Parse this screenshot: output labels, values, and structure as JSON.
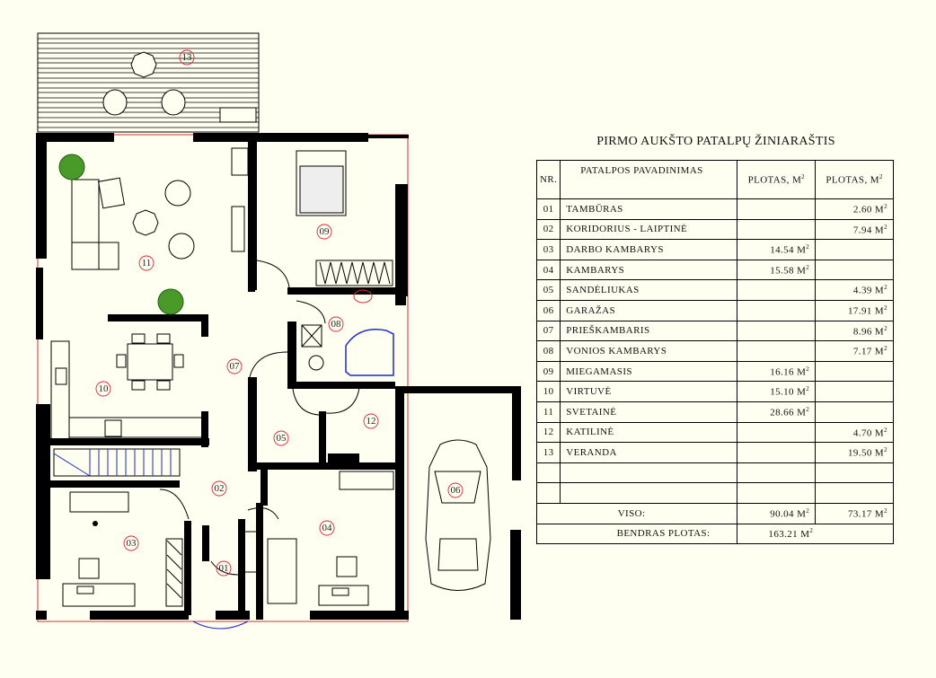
{
  "schedule": {
    "title": "PIRMO AUKŠTO PATALPŲ ŽINIARAŠTIS",
    "headers": {
      "nr": "NR.",
      "name": "PATALPOS PAVADINIMAS",
      "area_a": "PLOTAS,  M",
      "area_b": "PLOTAS, M",
      "unit_sup": "2"
    },
    "rows": [
      {
        "nr": "01",
        "name": "TAMBŪRAS",
        "a": "",
        "b": "2.60 M"
      },
      {
        "nr": "02",
        "name": "KORIDORIUS - LAIPTINĖ",
        "a": "",
        "b": "7.94 M"
      },
      {
        "nr": "03",
        "name": "DARBO KAMBARYS",
        "a": "14.54 M",
        "b": ""
      },
      {
        "nr": "04",
        "name": "KAMBARYS",
        "a": "15.58 M",
        "b": ""
      },
      {
        "nr": "05",
        "name": "SANDĖLIUKAS",
        "a": "",
        "b": "4.39  M"
      },
      {
        "nr": "06",
        "name": "GARAŽAS",
        "a": "",
        "b": "17.91 M"
      },
      {
        "nr": "07",
        "name": "PRIEŠKAMBARIS",
        "a": "",
        "b": "8.96  M"
      },
      {
        "nr": "08",
        "name": "VONIOS KAMBARYS",
        "a": "",
        "b": "7.17  M"
      },
      {
        "nr": "09",
        "name": "MIEGAMASIS",
        "a": "16.16 M",
        "b": ""
      },
      {
        "nr": "10",
        "name": "VIRTUVĖ",
        "a": "15.10 M",
        "b": ""
      },
      {
        "nr": "11",
        "name": "SVETAINĖ",
        "a": "28.66 M",
        "b": ""
      },
      {
        "nr": "12",
        "name": "KATILINĖ",
        "a": "",
        "b": "4.70  M"
      },
      {
        "nr": "13",
        "name": "VERANDA",
        "a": "",
        "b": "19.50 M"
      },
      {
        "nr": "",
        "name": "",
        "a": "",
        "b": ""
      },
      {
        "nr": "",
        "name": "",
        "a": "",
        "b": ""
      }
    ],
    "total": {
      "label": "VISO:",
      "a": "90.04 M",
      "b": "73.17 M"
    },
    "grand": {
      "label": "BENDRAS PLOTAS:",
      "value": "163.21 M"
    }
  },
  "plan_labels": [
    "01",
    "02",
    "03",
    "04",
    "05",
    "06",
    "07",
    "08",
    "09",
    "10",
    "11",
    "12",
    "13"
  ],
  "colors": {
    "background": "#fffff1",
    "wall": "#000000",
    "label_circle": "#dd2233",
    "sanitary": "#1a2acc",
    "window": "#cc3333",
    "plant": "#3a8a1a"
  }
}
